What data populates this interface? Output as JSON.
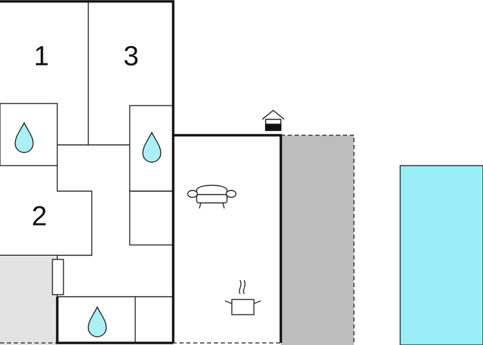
{
  "rooms": {
    "bedroom_1": {
      "label": "1"
    },
    "bedroom_2": {
      "label": "2"
    },
    "bedroom_3": {
      "label": "3"
    }
  },
  "icons": {
    "bathroom": "water-drop-icon",
    "living": "sofa-icon",
    "kitchen": "cooking-pot-icon",
    "entrance": "house-entrance-icon"
  },
  "colors": {
    "wall": "#111111",
    "thin_wall": "#222222",
    "water": "#aaf0f4",
    "pool": "#99eef8",
    "terrace": "#bdbdbd",
    "patio": "#e3e3e3"
  }
}
